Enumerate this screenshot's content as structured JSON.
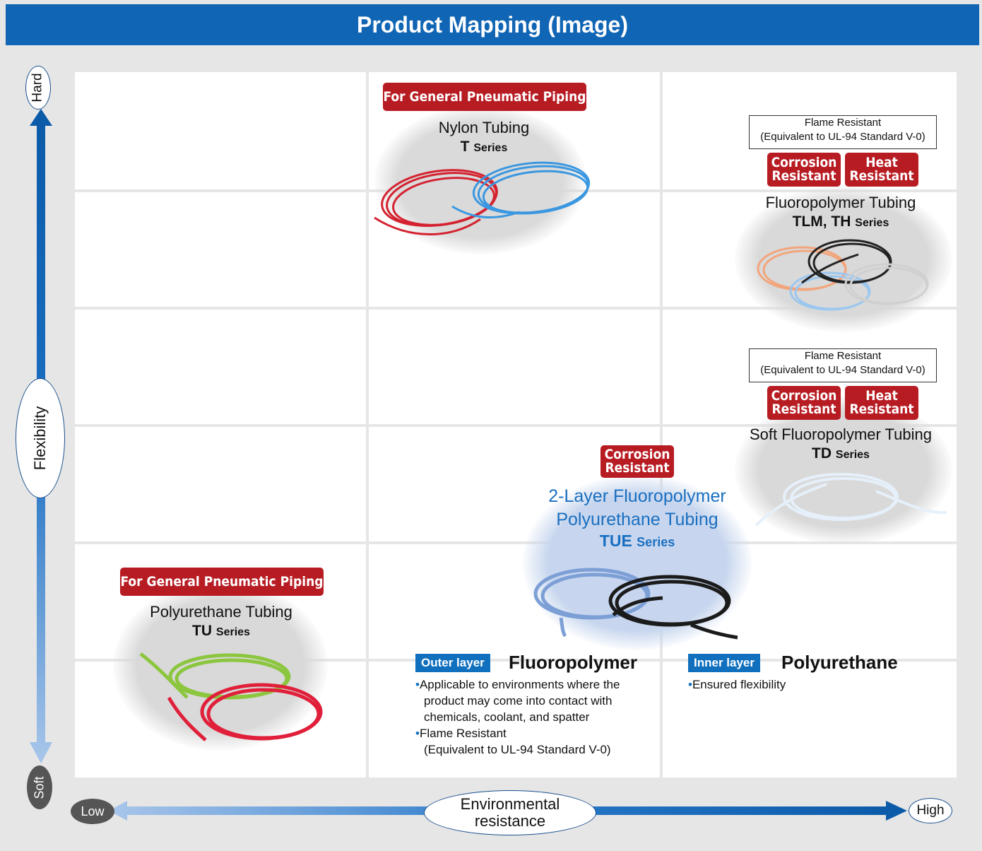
{
  "title": "Product Mapping (Image)",
  "axes": {
    "y_label": "Flexibility",
    "y_top": "Hard",
    "y_bottom": "Soft",
    "x_label": "Environmental resistance",
    "x_left": "Low",
    "x_right": "High"
  },
  "products": {
    "nylon": {
      "tag": "For General Pneumatic Piping",
      "name": "Nylon Tubing",
      "series": "T",
      "series_suffix": "Series"
    },
    "fluoro": {
      "flame_line1": "Flame Resistant",
      "flame_line2": "(Equivalent to UL-94 Standard V-0)",
      "tag1_line1": "Corrosion",
      "tag1_line2": "Resistant",
      "tag2_line1": "Heat",
      "tag2_line2": "Resistant",
      "name": "Fluoropolymer Tubing",
      "series": "TLM, TH",
      "series_suffix": "Series"
    },
    "soft_fluoro": {
      "flame_line1": "Flame Resistant",
      "flame_line2": "(Equivalent to UL-94 Standard V-0)",
      "tag1_line1": "Corrosion",
      "tag1_line2": "Resistant",
      "tag2_line1": "Heat",
      "tag2_line2": "Resistant",
      "name": "Soft Fluoropolymer Tubing",
      "series": "TD",
      "series_suffix": "Series"
    },
    "two_layer": {
      "tag_line1": "Corrosion",
      "tag_line2": "Resistant",
      "name_line1": "2-Layer Fluoropolymer",
      "name_line2": "Polyurethane Tubing",
      "series": "TUE",
      "series_suffix": "Series"
    },
    "polyurethane": {
      "tag": "For General Pneumatic Piping",
      "name": "Polyurethane Tubing",
      "series": "TU",
      "series_suffix": "Series"
    }
  },
  "layers": {
    "outer_tag": "Outer layer",
    "outer_name": "Fluoropolymer",
    "outer_b1_l1": "Applicable to environments where the",
    "outer_b1_l2": "product may come into contact with",
    "outer_b1_l3": "chemicals, coolant, and spatter",
    "outer_b2_l1": "Flame Resistant",
    "outer_b2_l2": "(Equivalent to UL-94 Standard V-0)",
    "inner_tag": "Inner layer",
    "inner_name": "Polyurethane",
    "inner_b1": "Ensured flexibility"
  },
  "colors": {
    "header_blue": "#1065b4",
    "tag_red": "#b71c23",
    "accent_blue": "#1070be",
    "tue_text_blue": "#1a6fc0"
  }
}
